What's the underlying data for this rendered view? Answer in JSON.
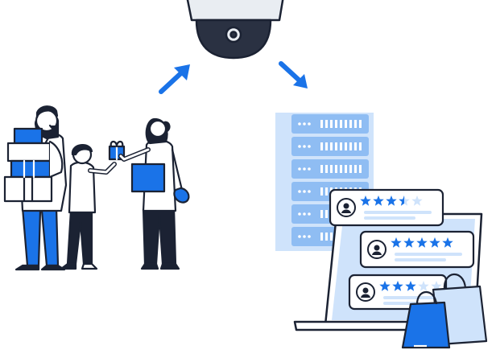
{
  "illustration": {
    "colors": {
      "accent": "#1a73e8",
      "accent_light": "#cfe3fb",
      "accent_mid": "#8fbdf3",
      "outline": "#1b2233",
      "background": "#ffffff",
      "camera_body": "#e9edf2"
    },
    "icons": {
      "camera": "security-camera-icon",
      "arrow_left": "arrow-up-right-icon",
      "arrow_right": "arrow-down-right-icon",
      "server": "server-rack-icon",
      "laptop": "laptop-icon",
      "bags": "shopping-bags-icon",
      "avatar": "user-avatar-icon"
    },
    "reviews": [
      {
        "stars": 3.5,
        "max": 5
      },
      {
        "stars": 5,
        "max": 5
      },
      {
        "stars": 3,
        "max": 5
      }
    ]
  }
}
